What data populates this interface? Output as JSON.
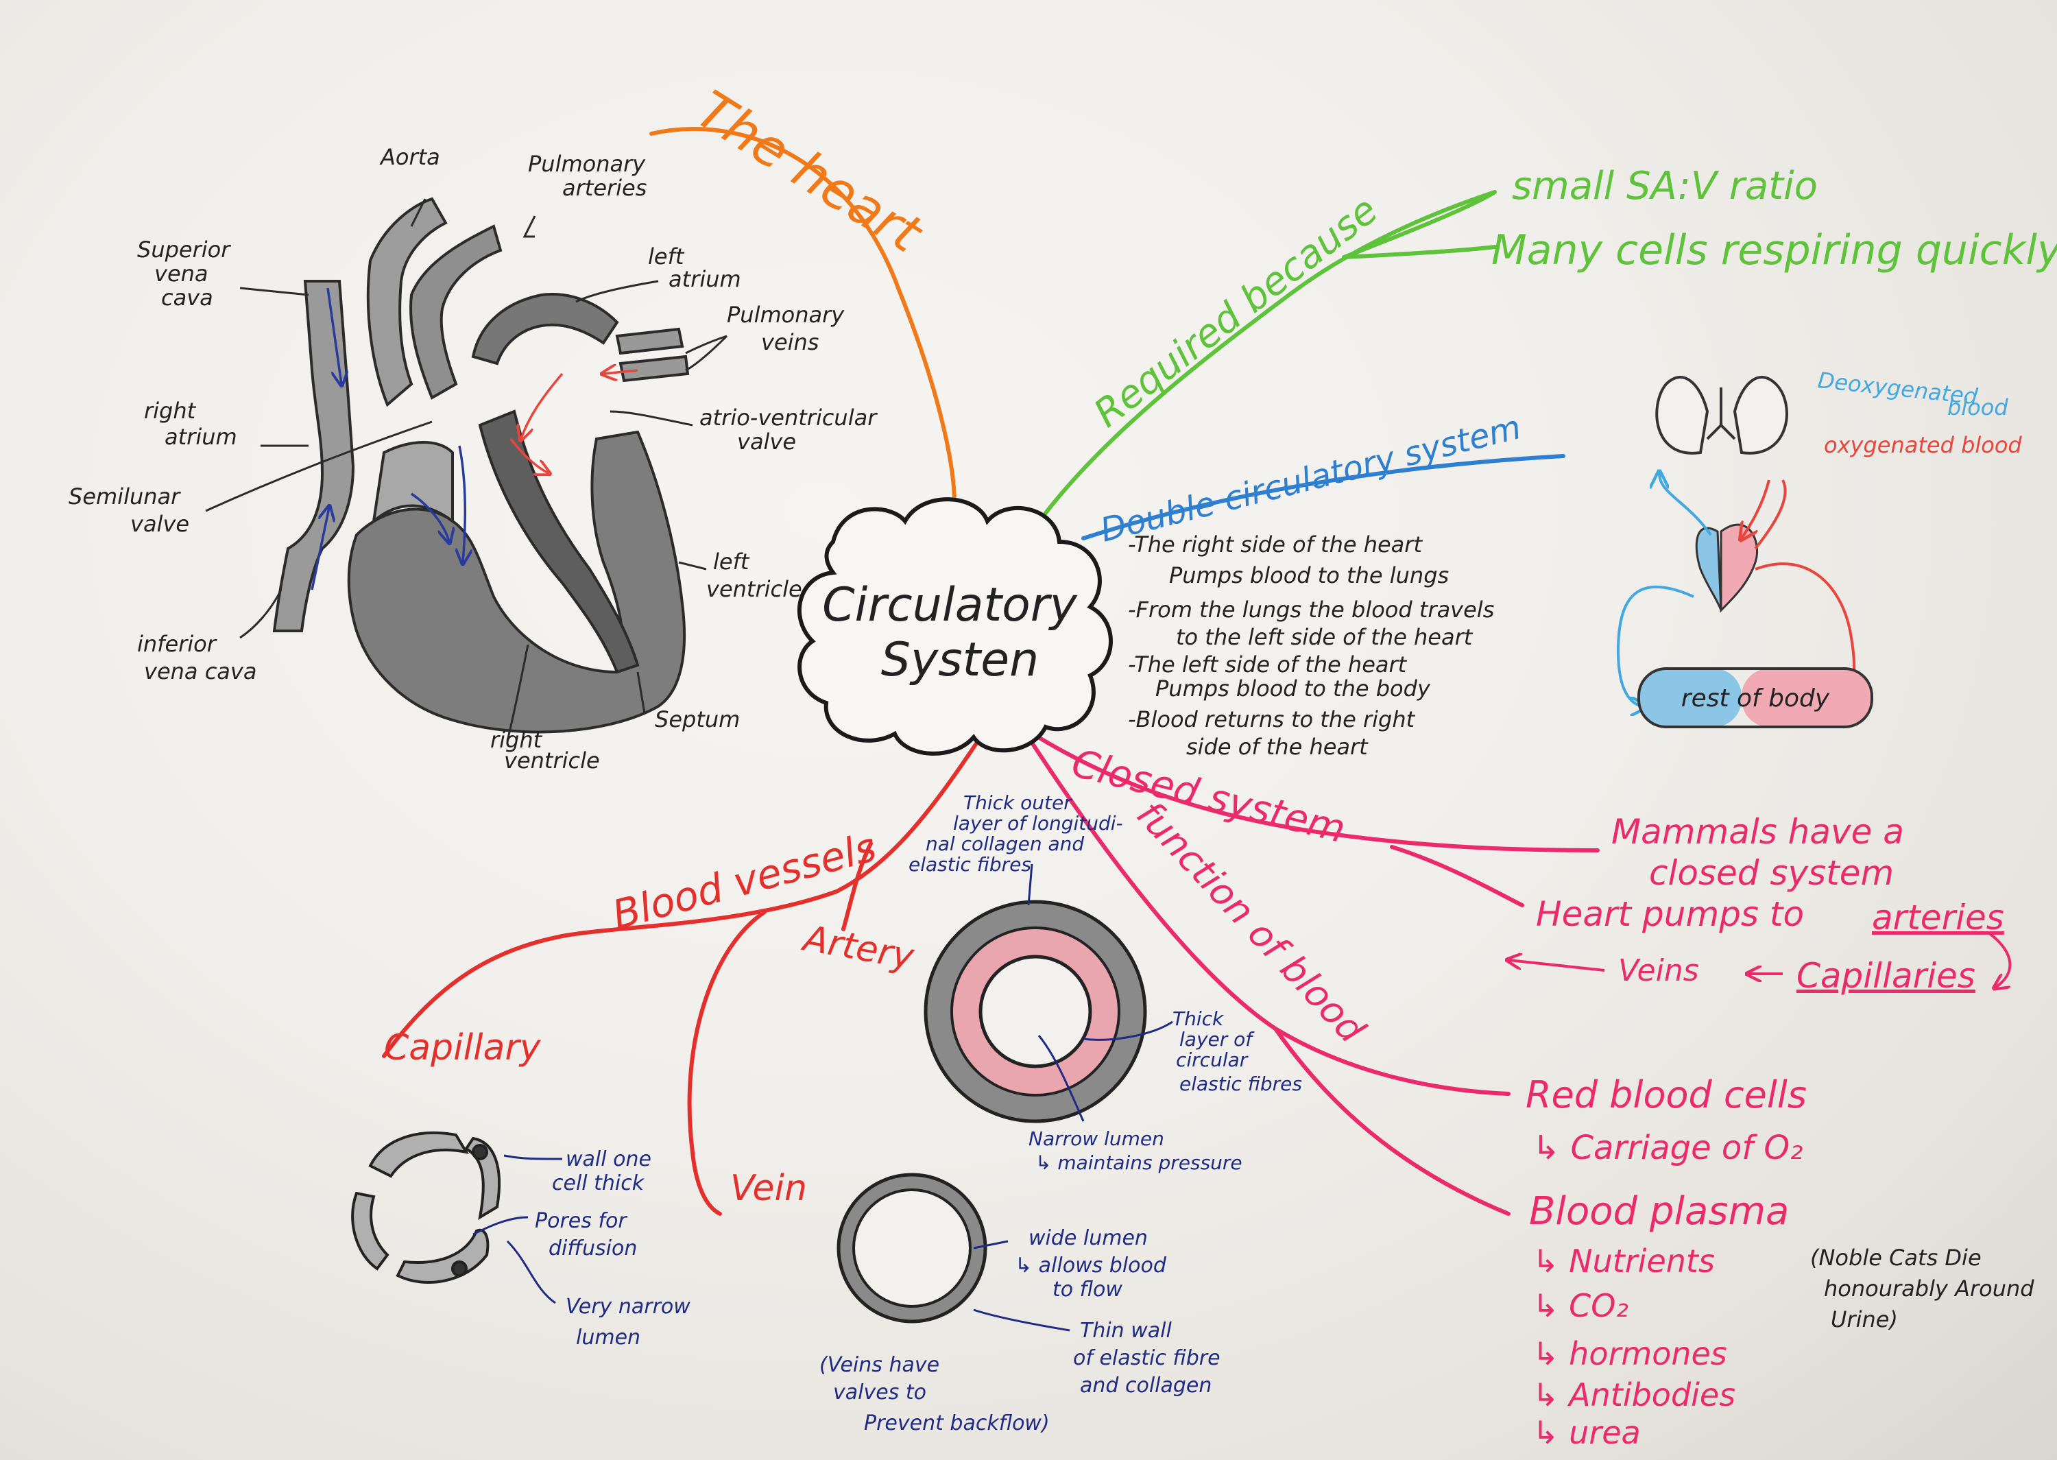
{
  "center": {
    "line1": "Circulatory",
    "line2": "Systen"
  },
  "branches": {
    "heart": "The heart",
    "required": "Required because",
    "double": "Double circulatory system",
    "closed": "Closed system",
    "function": "function of blood",
    "vessels": "Blood vessels"
  },
  "heart_labels": {
    "aorta": "Aorta",
    "pulmonary_arteries": [
      "Pulmonary",
      "arteries"
    ],
    "superior_vena_cava": [
      "Superior",
      "vena",
      "cava"
    ],
    "left_atrium": [
      "left",
      "atrium"
    ],
    "pulmonary_veins": [
      "Pulmonary",
      "veins"
    ],
    "right_atrium": [
      "right",
      "atrium"
    ],
    "av_valve": [
      "atrio-ventricular",
      "valve"
    ],
    "semilunar_valve": [
      "Semilunar",
      "valve"
    ],
    "left_ventricle": [
      "left",
      "ventricle"
    ],
    "inferior_vena_cava": [
      "inferior",
      "vena cava"
    ],
    "right_ventricle": [
      "right",
      "ventricle"
    ],
    "septum": "Septum"
  },
  "required_reasons": [
    "small SA:V ratio",
    "Many cells respiring quickly"
  ],
  "double_points": [
    [
      "-The right side of the heart",
      "Pumps blood to the lungs"
    ],
    [
      "-From the lungs the blood travels",
      "to the left side of the heart"
    ],
    [
      "-The left side of the heart",
      "Pumps blood to the body"
    ],
    [
      "-Blood returns to the right",
      "side of the heart"
    ]
  ],
  "circuit_legend": {
    "deoxy": [
      "Deoxygenated",
      "blood"
    ],
    "oxy": "oxygenated blood"
  },
  "circuit_body": "rest of body",
  "closed_text": {
    "mammals": [
      "Mammals have a",
      "closed system"
    ],
    "pumps": "Heart pumps to",
    "arteries": "arteries",
    "capillaries": "Capillaries",
    "veins": "Veins"
  },
  "function_items": {
    "rbc": "Red blood cells",
    "rbc_sub": "Carriage of O₂",
    "plasma": "Blood plasma",
    "plasma_subs": [
      "Nutrients",
      "CO₂",
      "hormones",
      "Antibodies",
      "urea"
    ],
    "mnemonic": [
      "(Noble Cats Die",
      "honourably Around",
      "Urine)"
    ]
  },
  "vessels": {
    "artery": "Artery",
    "capillary": "Capillary",
    "vein": "Vein",
    "artery_outer": [
      "Thick outer",
      "layer of longitudi-",
      "nal collagen and",
      "elastic fibres"
    ],
    "artery_middle": [
      "Thick",
      "layer of",
      "circular",
      "elastic fibres"
    ],
    "artery_lumen": [
      "Narrow lumen",
      "↳ maintains pressure"
    ],
    "cap_wall": [
      "wall one",
      "cell thick"
    ],
    "cap_pores": [
      "Pores for",
      "diffusion"
    ],
    "cap_lumen": [
      "Very narrow",
      "lumen"
    ],
    "vein_lumen": [
      "wide lumen",
      "↳ allows blood",
      "to flow"
    ],
    "vein_wall": [
      "Thin wall",
      "of elastic fibre",
      "and collagen"
    ],
    "vein_valves": [
      "(Veins have",
      "valves to",
      "Prevent backflow)"
    ]
  },
  "colors": {
    "heart_branch": "#f07a1a",
    "required_branch": "#5ec23a",
    "double_branch": "#2f7fd0",
    "closed_branch": "#ea2a6a",
    "vessels_branch": "#e3302c",
    "annotation_ink": "#1f2a82",
    "deoxygenated": "#41a9e0",
    "oxygenated": "#e8463c",
    "paper": "#f3f1ee"
  }
}
